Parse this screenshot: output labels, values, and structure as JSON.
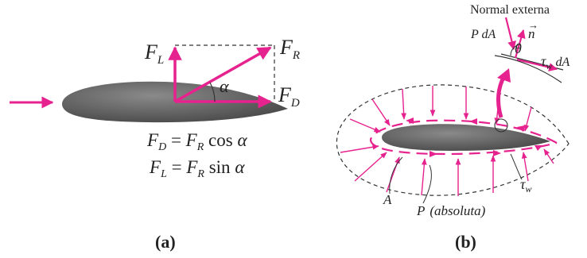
{
  "panel_a": {
    "label": "(a)",
    "force_labels": {
      "lift": "F",
      "lift_sub": "L",
      "resultant": "F",
      "resultant_sub": "R",
      "drag": "F",
      "drag_sub": "D",
      "angle": "α"
    },
    "equations": {
      "drag_lhs": "F",
      "drag_lhs_sub": "D",
      "drag_eq": " = ",
      "drag_rhs": "F",
      "drag_rhs_sub": "R",
      "drag_fn": " cos ",
      "drag_angle": "α",
      "lift_lhs": "F",
      "lift_lhs_sub": "L",
      "lift_eq": " = ",
      "lift_rhs": "F",
      "lift_rhs_sub": "R",
      "lift_fn": " sin ",
      "lift_angle": "α"
    }
  },
  "panel_b": {
    "label": "(b)",
    "normal_label": "Normal externa",
    "normal_vector": "n",
    "pressure_force": "P dA",
    "angle": "θ",
    "shear_force": "τ",
    "shear_sub": "w",
    "shear_da": " dA",
    "area_label": "A",
    "pressure_label": "P",
    "pressure_note": "(absoluta)",
    "shear_label": "τ",
    "shear_label_sub": "w"
  },
  "colors": {
    "arrow": "#e6228f",
    "airfoil": "#5a5a5a",
    "line": "#333333"
  }
}
